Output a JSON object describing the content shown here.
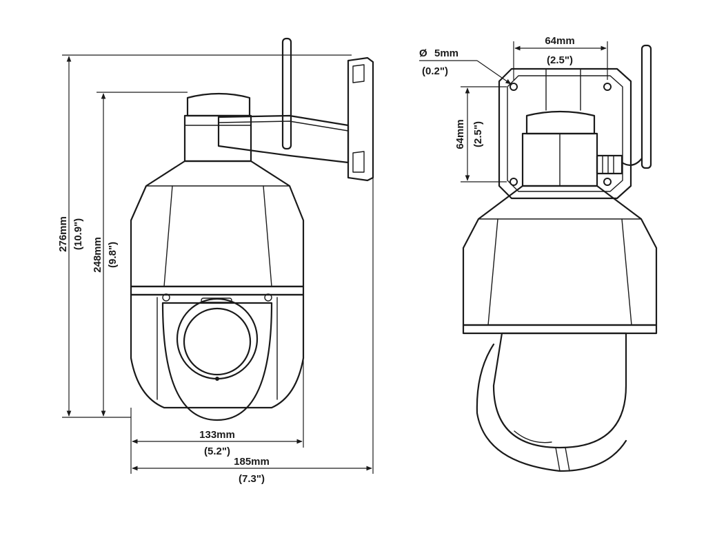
{
  "dimensions": {
    "total_height": {
      "mm": "276mm",
      "inch": "(10.9\")"
    },
    "body_height": {
      "mm": "248mm",
      "inch": "(9.8\")"
    },
    "body_width": {
      "mm": "133mm",
      "inch": "(5.2\")"
    },
    "total_depth": {
      "mm": "185mm",
      "inch": "(7.3\")"
    },
    "hole_spacing_h": {
      "mm": "64mm",
      "inch": "(2.5\")"
    },
    "hole_spacing_v": {
      "mm": "64mm",
      "inch": "(2.5\")"
    },
    "hole_diameter": {
      "mm": "5mm",
      "inch": "(0.2\")",
      "symbol": "Ø"
    }
  },
  "colors": {
    "line": "#1a1a1a",
    "background": "#ffffff"
  }
}
